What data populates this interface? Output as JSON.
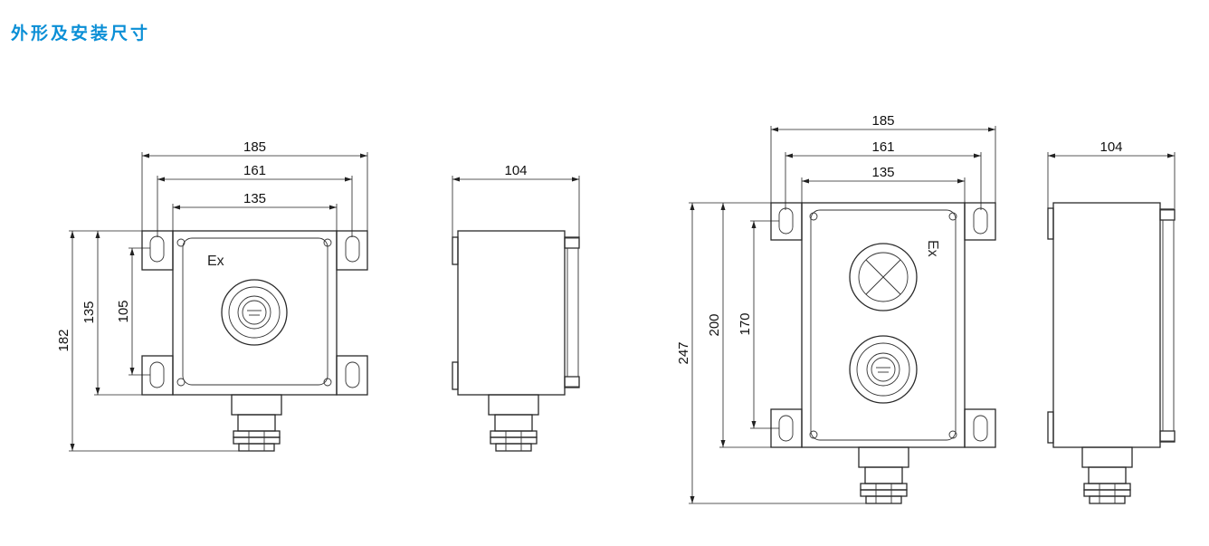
{
  "title": "外形及安装尺寸",
  "views": {
    "single_front": {
      "ex_mark": "Ex",
      "dims": {
        "overall_width": "185",
        "hole_span": "161",
        "inner_width": "135",
        "overall_height": "182",
        "body_height": "135",
        "hole_height": "105"
      }
    },
    "single_side": {
      "dims": {
        "depth": "104"
      }
    },
    "double_front": {
      "ex_mark": "Ex",
      "dims": {
        "overall_width": "185",
        "hole_span": "161",
        "inner_width": "135",
        "overall_height": "247",
        "body_height": "200",
        "hole_height": "170"
      }
    },
    "double_side": {
      "dims": {
        "depth": "104"
      }
    }
  },
  "colors": {
    "title": "#0b8fd6",
    "line": "#2a2a2a"
  }
}
